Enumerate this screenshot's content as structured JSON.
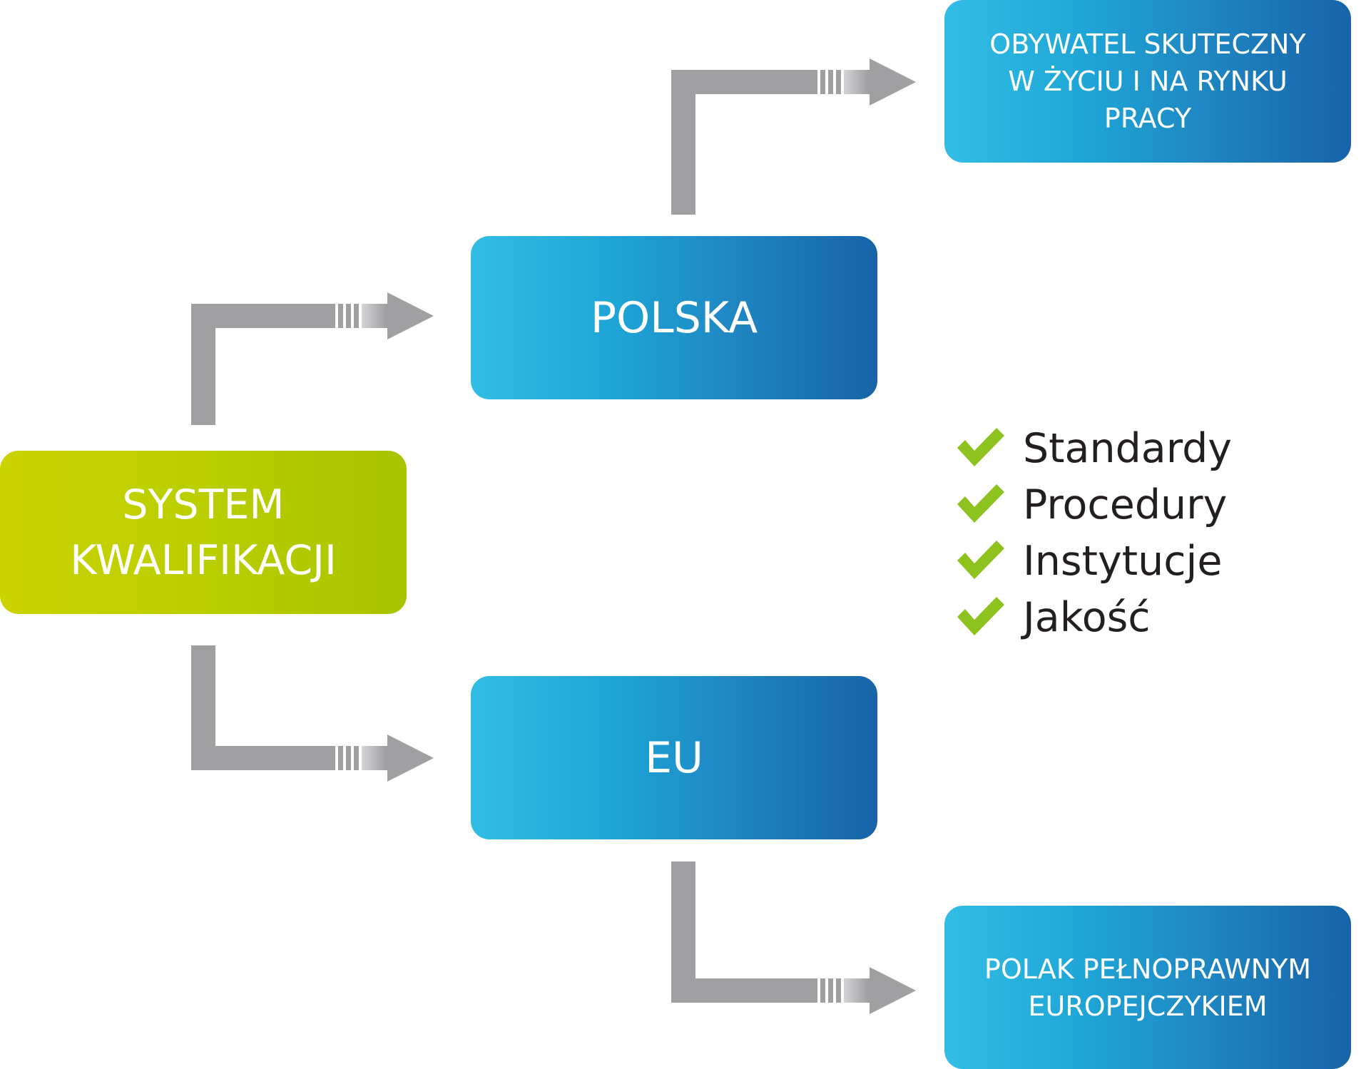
{
  "boxes": {
    "system": {
      "line1": "SYSTEM",
      "line2": "KWALIFIKACJI"
    },
    "polska": {
      "label": "POLSKA"
    },
    "eu": {
      "label": "EU"
    },
    "obywatel": {
      "line1": "OBYWATEL SKUTECZNY",
      "line2": "W ŻYCIU I NA RYNKU",
      "line3": "PRACY"
    },
    "polak": {
      "line1": "POLAK  PEŁNOPRAWNYM",
      "line2": "EUROPEJCZYKIEM"
    }
  },
  "checklist": [
    {
      "label": "Standardy",
      "icon": "checkmark-icon"
    },
    {
      "label": "Procedury",
      "icon": "checkmark-icon"
    },
    {
      "label": "Instytucje",
      "icon": "checkmark-icon"
    },
    {
      "label": "Jakość",
      "icon": "checkmark-icon"
    }
  ],
  "colors": {
    "blue_start": "#31bde4",
    "blue_end": "#1763a8",
    "green": "#bace00",
    "arrow_gray": "#a0a0a2",
    "check_green": "#8dc21f",
    "text_dark": "#231f20"
  }
}
